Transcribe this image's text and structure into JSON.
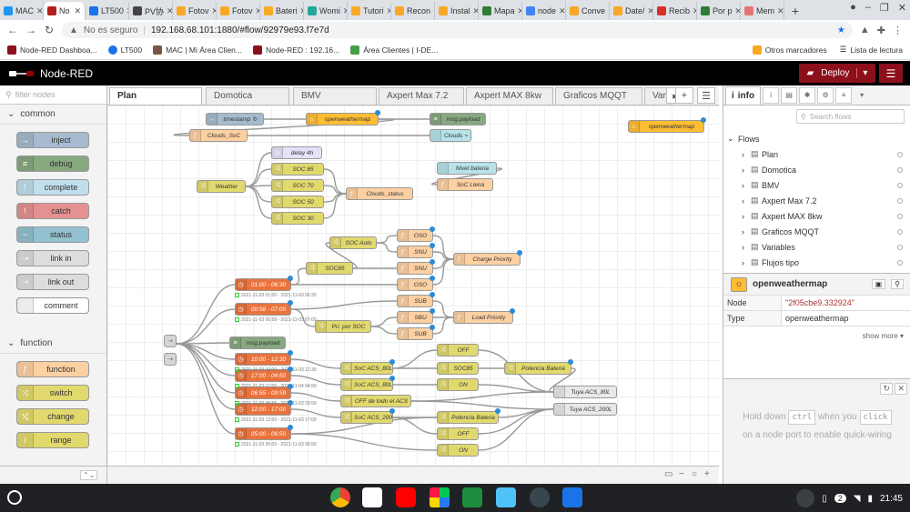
{
  "browser": {
    "tabs": [
      {
        "label": "MAC",
        "color": "#2196f3"
      },
      {
        "label": "No",
        "color": "#b71c1c",
        "active": true
      },
      {
        "label": "LT500",
        "color": "#1a73e8"
      },
      {
        "label": "PV协",
        "color": "#444444"
      },
      {
        "label": "Fotov",
        "color": "#f9a825"
      },
      {
        "label": "Fotov",
        "color": "#f9a825"
      },
      {
        "label": "Bateri",
        "color": "#f9a825"
      },
      {
        "label": "Womi",
        "color": "#26a69a"
      },
      {
        "label": "Tutori",
        "color": "#f9a825"
      },
      {
        "label": "Recon",
        "color": "#f9a825"
      },
      {
        "label": "Instal",
        "color": "#f9a825"
      },
      {
        "label": "Mapa",
        "color": "#2e7d32"
      },
      {
        "label": "node",
        "color": "#4285f4"
      },
      {
        "label": "Conve",
        "color": "#f9a825"
      },
      {
        "label": "Date/",
        "color": "#f9a825"
      },
      {
        "label": "Recib",
        "color": "#d93025"
      },
      {
        "label": "Por p",
        "color": "#2e7d32"
      },
      {
        "label": "Mem",
        "color": "#e57373"
      }
    ],
    "url_security": "No es seguro",
    "url": "192.168.68.101:1880/#flow/92979e93.f7e7d",
    "bookmarks": [
      "Node-RED Dashboa...",
      "LT500",
      "MAC | Mi Área Clien...",
      "Node-RED : 192.16...",
      "Área Clientes | I-DE..."
    ],
    "bookmarks_right": [
      "Otros marcadores",
      "Lista de lectura"
    ]
  },
  "header": {
    "title": "Node-RED",
    "deploy_label": "Deploy"
  },
  "palette": {
    "filter_placeholder": "filter nodes",
    "categories": [
      {
        "name": "common",
        "nodes": [
          {
            "label": "inject",
            "color": "#a6bbcf",
            "icon": "→"
          },
          {
            "label": "debug",
            "color": "#87a980",
            "icon": "≡"
          },
          {
            "label": "complete",
            "color": "#c0deed",
            "icon": "!"
          },
          {
            "label": "catch",
            "color": "#e49191",
            "icon": "!"
          },
          {
            "label": "status",
            "color": "#94c1d0",
            "icon": "~"
          },
          {
            "label": "link in",
            "color": "#dddddd",
            "icon": "⇢"
          },
          {
            "label": "link out",
            "color": "#dddddd",
            "icon": "⇢"
          },
          {
            "label": "comment",
            "color": "#ffffff",
            "icon": "□"
          }
        ]
      },
      {
        "name": "function",
        "nodes": [
          {
            "label": "function",
            "color": "#fdd0a2",
            "icon": "ƒ"
          },
          {
            "label": "switch",
            "color": "#e2d96e",
            "icon": "⤨"
          },
          {
            "label": "change",
            "color": "#e2d96e",
            "icon": "⤭"
          },
          {
            "label": "range",
            "color": "#e2d96e",
            "icon": "i"
          }
        ]
      }
    ]
  },
  "workspace": {
    "tabs": [
      "Plan",
      "Domotica",
      "BMV",
      "Axpert Max 7.2",
      "Axpert MAX 8kw",
      "Graficos MQQT",
      "Vari"
    ],
    "active_tab": "Plan"
  },
  "flow_nodes": [
    {
      "id": "n1",
      "label": "timestamp ↻",
      "cls": "c-inj",
      "icon": "→",
      "dot": false
    },
    {
      "id": "n2",
      "label": "openweathermap",
      "cls": "c-owm",
      "icon": "☼",
      "dot": true
    },
    {
      "id": "n3",
      "label": "msg.payload",
      "cls": "c-dbg",
      "icon": "≡",
      "dot": false
    },
    {
      "id": "n4",
      "label": "Clouds_SoC",
      "cls": "c-fn",
      "icon": "ƒ",
      "dot": false
    },
    {
      "id": "n5",
      "label": "Clouds ⌁",
      "cls": "c-ui",
      "icon": "",
      "dot": false
    },
    {
      "id": "n6",
      "label": "openweathermap",
      "cls": "c-owm",
      "icon": "☼",
      "dot": true
    },
    {
      "id": "n7",
      "label": "delay 4h",
      "cls": "c-dly",
      "icon": "◷",
      "dot": false
    },
    {
      "id": "n8",
      "label": "SOC 85",
      "cls": "c-sw",
      "icon": "⤨",
      "dot": false
    },
    {
      "id": "n9",
      "label": "SOC 70",
      "cls": "c-sw",
      "icon": "⤨",
      "dot": false
    },
    {
      "id": "n10",
      "label": "SOC 50",
      "cls": "c-sw",
      "icon": "⤨",
      "dot": false
    },
    {
      "id": "n11",
      "label": "SOC 30",
      "cls": "c-sw",
      "icon": "⤨",
      "dot": false
    },
    {
      "id": "n12",
      "label": "Weather",
      "cls": "c-sw",
      "icon": "⤨",
      "dot": false
    },
    {
      "id": "n13",
      "label": "Clouds_status",
      "cls": "c-fn",
      "icon": "ƒ",
      "dot": false
    },
    {
      "id": "n14",
      "label": "Nivel bateria",
      "cls": "c-ui",
      "icon": "",
      "dot": false
    },
    {
      "id": "n15",
      "label": "SoC Llena",
      "cls": "c-fn",
      "icon": "ƒ",
      "dot": false
    },
    {
      "id": "n16",
      "label": "OSO",
      "cls": "c-fn",
      "icon": "ƒ",
      "dot": true
    },
    {
      "id": "n17",
      "label": "SOC Auto",
      "cls": "c-sw",
      "icon": "⤨",
      "dot": false
    },
    {
      "id": "n18",
      "label": "SNU",
      "cls": "c-fn",
      "icon": "ƒ",
      "dot": true
    },
    {
      "id": "n19",
      "label": "Charge Priority",
      "cls": "c-fn",
      "icon": "ƒ",
      "dot": true
    },
    {
      "id": "n20",
      "label": "SOC85",
      "cls": "c-sw",
      "icon": "⤨",
      "dot": false
    },
    {
      "id": "n21",
      "label": "SNU",
      "cls": "c-fn",
      "icon": "ƒ",
      "dot": true
    },
    {
      "id": "n22",
      "label": "01:00 - 06:30",
      "cls": "c-cron",
      "icon": "◷",
      "dot": true
    },
    {
      "id": "n23",
      "label": "OSO",
      "cls": "c-fn",
      "icon": "ƒ",
      "dot": true
    },
    {
      "id": "n24",
      "label": "SUB",
      "cls": "c-fn",
      "icon": "ƒ",
      "dot": true
    },
    {
      "id": "n25",
      "label": "00:58 - 07:00",
      "cls": "c-cron",
      "icon": "◷",
      "dot": true
    },
    {
      "id": "n26",
      "label": "SBU",
      "cls": "c-fn",
      "icon": "ƒ",
      "dot": true
    },
    {
      "id": "n27",
      "label": "Load Priority",
      "cls": "c-fn",
      "icon": "ƒ",
      "dot": true
    },
    {
      "id": "n28",
      "label": "Pri. por SOC",
      "cls": "c-sw",
      "icon": "⤨",
      "dot": false
    },
    {
      "id": "n29",
      "label": "SUB",
      "cls": "c-fn",
      "icon": "ƒ",
      "dot": true
    },
    {
      "id": "n30",
      "label": "msg.payload",
      "cls": "c-dbg",
      "icon": "≡",
      "dot": false
    },
    {
      "id": "n31",
      "label": "OFF",
      "cls": "c-sw",
      "icon": "⤨",
      "dot": false
    },
    {
      "id": "n32",
      "label": "10:00 - 12:30",
      "cls": "c-cron",
      "icon": "◷",
      "dot": true
    },
    {
      "id": "n33",
      "label": "SoC ACS_80L",
      "cls": "c-sw",
      "icon": "⤨",
      "dot": true
    },
    {
      "id": "n34",
      "label": "SOC85",
      "cls": "c-sw",
      "icon": "⤨",
      "dot": false
    },
    {
      "id": "n35",
      "label": "Potencia Bateria",
      "cls": "c-sw",
      "icon": "⤨",
      "dot": true
    },
    {
      "id": "n36",
      "label": "17:00 - 04:50",
      "cls": "c-cron",
      "icon": "◷",
      "dot": true
    },
    {
      "id": "n37",
      "label": "SoC ACS_80L",
      "cls": "c-sw",
      "icon": "⤨",
      "dot": true
    },
    {
      "id": "n38",
      "label": "ON",
      "cls": "c-sw",
      "icon": "⤨",
      "dot": false
    },
    {
      "id": "n39",
      "label": "Tuya ACS_80L",
      "cls": "c-tuya",
      "icon": "",
      "dot": false
    },
    {
      "id": "n40",
      "label": "06:55 - 09:59",
      "cls": "c-cron",
      "icon": "◷",
      "dot": true
    },
    {
      "id": "n41",
      "label": "OFF de todo el ACS",
      "cls": "c-sw",
      "icon": "⤨",
      "dot": false
    },
    {
      "id": "n42",
      "label": "Tuya ACS_200L",
      "cls": "c-tuya",
      "icon": "",
      "dot": false
    },
    {
      "id": "n43",
      "label": "12:00 - 17:00",
      "cls": "c-cron",
      "icon": "◷",
      "dot": true
    },
    {
      "id": "n44",
      "label": "SoC ACS_200L",
      "cls": "c-sw",
      "icon": "⤨",
      "dot": true
    },
    {
      "id": "n45",
      "label": "Potencia Bateria",
      "cls": "c-sw",
      "icon": "⤨",
      "dot": true
    },
    {
      "id": "n46",
      "label": "OFF",
      "cls": "c-sw",
      "icon": "⤨",
      "dot": false
    },
    {
      "id": "n47",
      "label": "05:00 - 06:50",
      "cls": "c-cron",
      "icon": "◷",
      "dot": true
    },
    {
      "id": "n48",
      "label": "ON",
      "cls": "c-sw",
      "icon": "⤨",
      "dot": false
    }
  ],
  "flow_status": [
    {
      "id": "s1",
      "text": "2021-11-03 01:00 - 2021-11-03 06:30"
    },
    {
      "id": "s2",
      "text": "2021-11-03 00:58 - 2021-11-03 07:00"
    },
    {
      "id": "s3",
      "text": "2021-11-03 10:00 - 2021-11-03 12:30"
    },
    {
      "id": "s4",
      "text": "2021-11-03 17:00 - 2021-11-04 04:50"
    },
    {
      "id": "s5",
      "text": "2021-11-03 06:55 - 2021-11-03 09:59"
    },
    {
      "id": "s6",
      "text": "2021-11-03 12:00 - 2021-11-03 17:00"
    },
    {
      "id": "s7",
      "text": "2021-11-03 05:00 - 2021-11-03 06:50"
    }
  ],
  "sidebar": {
    "tab_label": "info",
    "search_placeholder": "Search flows",
    "flows_label": "Flows",
    "flows": [
      "Plan",
      "Domotica",
      "BMV",
      "Axpert Max 7.2",
      "Axpert MAX 8kw",
      "Graficos MQQT",
      "Variables",
      "Flujos tipo"
    ],
    "node": {
      "name": "openweathermap",
      "node_key": "Node",
      "node_value": "\"2f05cbe9.332924\"",
      "type_key": "Type",
      "type_value": "openweathermap",
      "show_more": "show more ▾"
    },
    "help": {
      "line1": "Hold down",
      "key1": "ctrl",
      "line2": "when you",
      "key2": "click",
      "line3": "on a node port to enable quick-wiring"
    }
  },
  "taskbar": {
    "time": "21:45",
    "badge": "2"
  }
}
